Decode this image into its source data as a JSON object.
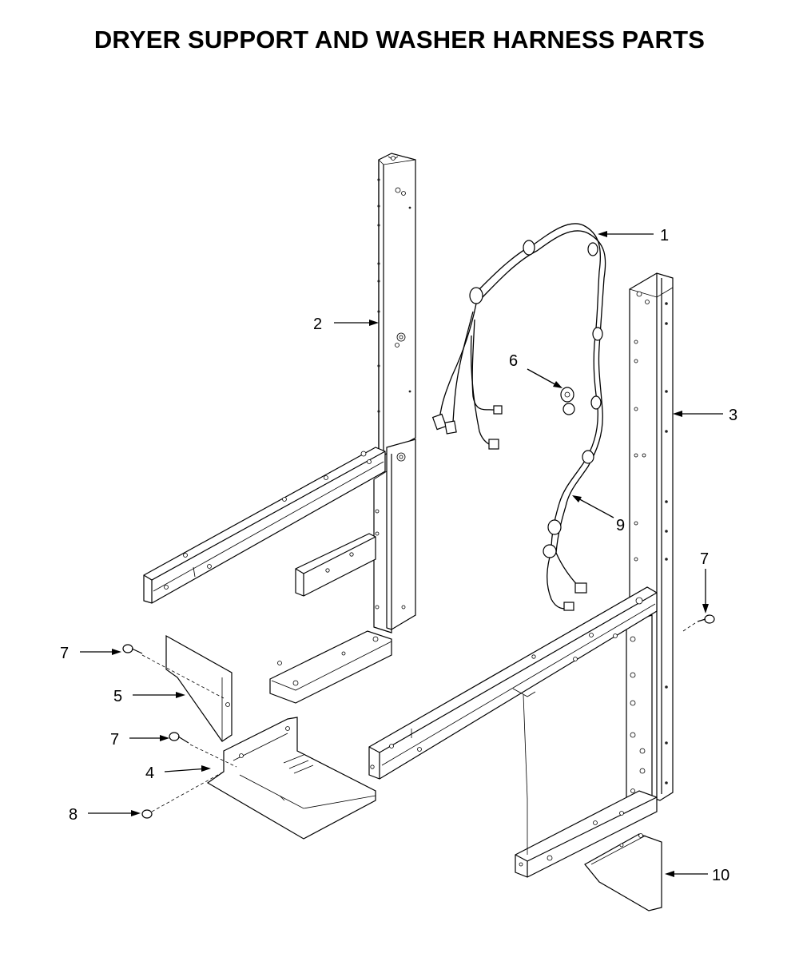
{
  "title": "DRYER SUPPORT AND WASHER HARNESS PARTS",
  "callouts": [
    {
      "id": "c1",
      "label": "1"
    },
    {
      "id": "c2",
      "label": "2"
    },
    {
      "id": "c3",
      "label": "3"
    },
    {
      "id": "c4",
      "label": "4"
    },
    {
      "id": "c5",
      "label": "5"
    },
    {
      "id": "c6",
      "label": "6"
    },
    {
      "id": "c7a",
      "label": "7"
    },
    {
      "id": "c7b",
      "label": "7"
    },
    {
      "id": "c7c",
      "label": "7"
    },
    {
      "id": "c8",
      "label": "8"
    },
    {
      "id": "c9",
      "label": "9"
    },
    {
      "id": "c10",
      "label": "10"
    }
  ]
}
